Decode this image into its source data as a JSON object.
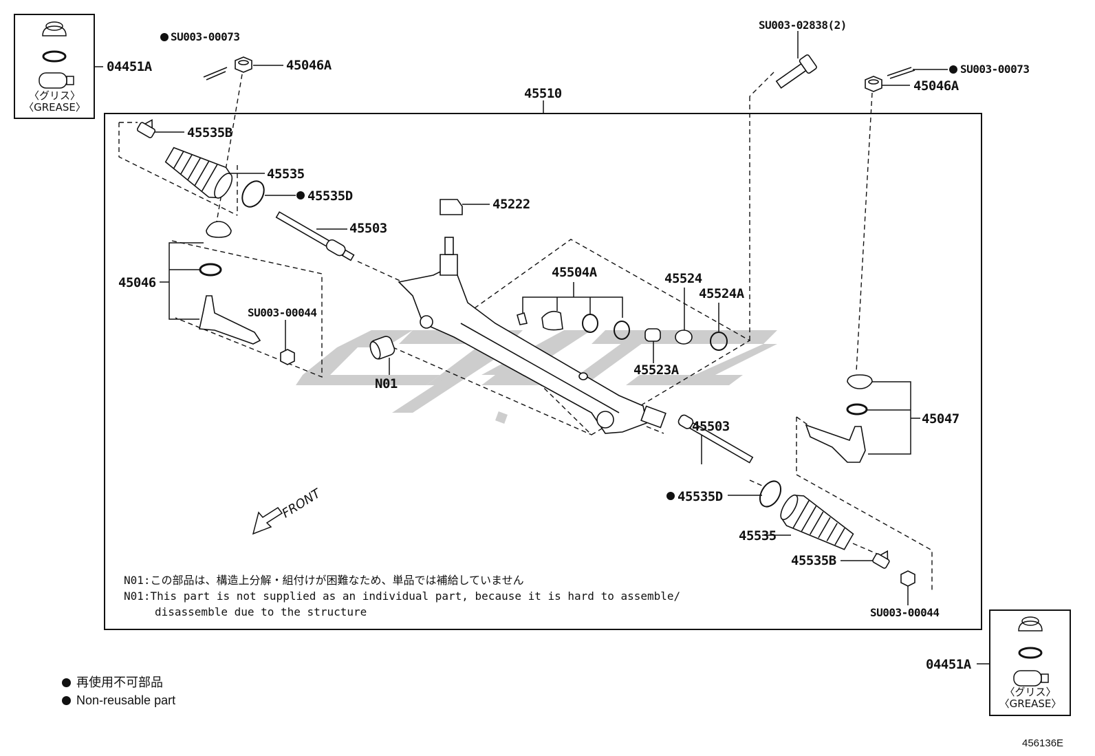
{
  "labels": {
    "kit_left": "04451A",
    "kit_right": "04451A",
    "grease_jp": "〈グリス〉",
    "grease_en": "〈GREASE〉",
    "nut_part_left": "SU003-00073",
    "nut_left": "45046A",
    "bolt_part": "SU003-02838(2)",
    "nut_part_right": "SU003-00073",
    "nut_right": "45046A",
    "assembly": "45510",
    "clamp_b_left": "45535B",
    "boot_left": "45535",
    "clamp_d_left": "45535D",
    "tie_rod_left": "45503",
    "valve": "45222",
    "tie_rod_end_left": "45046",
    "nut_part_tre_left": "SU003-00044",
    "repair_kit": "45504A",
    "bushing": "45524",
    "bushing_a": "45524A",
    "stopper": "45523A",
    "n01": "N01",
    "tie_rod_end_right": "45047",
    "tie_rod_right": "45503",
    "clamp_d_right": "45535D",
    "boot_right": "45535",
    "clamp_b_right": "45535B",
    "nut_part_tre_right": "SU003-00044",
    "front": "FRONT"
  },
  "notes": {
    "jp": "N01:この部品は、構造上分解・組付けが困難なため、単品では補給していません",
    "en_line1": "N01:This part is not supplied as an individual part, because it is hard to assemble/",
    "en_line2": "disassemble due to the structure"
  },
  "legend": {
    "jp": "再使用不可部品",
    "en": "Non-reusable part"
  },
  "figure_id": "456136E"
}
